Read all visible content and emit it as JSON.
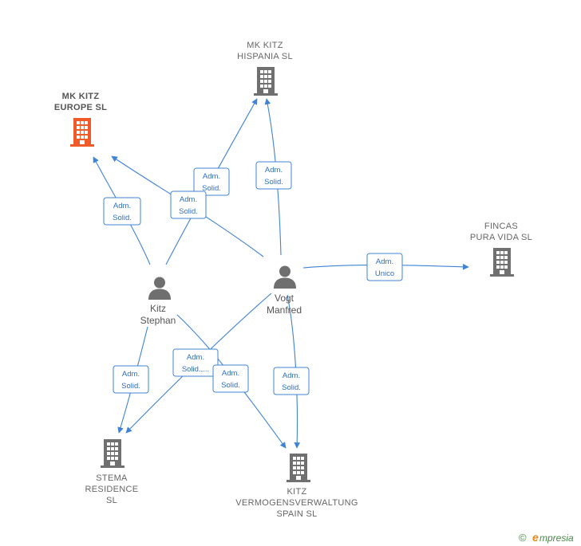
{
  "companies": [
    {
      "id": "europe",
      "lines": [
        "MK KITZ",
        "EUROPE  SL"
      ],
      "focus": true
    },
    {
      "id": "hispania",
      "lines": [
        "MK KITZ",
        "HISPANIA  SL"
      ],
      "focus": false
    },
    {
      "id": "fincas",
      "lines": [
        "FINCAS",
        "PURA VIDA  SL"
      ],
      "focus": false
    },
    {
      "id": "stema",
      "lines": [
        "STEMA",
        "RESIDENCE",
        "SL"
      ],
      "focus": false
    },
    {
      "id": "vermogen",
      "lines": [
        "KITZ",
        "VERMOGENSVERWALTUNG",
        "SPAIN  SL"
      ],
      "focus": false
    }
  ],
  "persons": [
    {
      "id": "kitz",
      "lines": [
        "Kitz",
        "Stephan"
      ]
    },
    {
      "id": "vogt",
      "lines": [
        "Vogt",
        "Manfred"
      ]
    }
  ],
  "relations": [
    {
      "id": "kitz-europe",
      "lines": [
        "Adm.",
        "Solid."
      ]
    },
    {
      "id": "kitz-hispania",
      "lines": [
        "Adm.",
        "Solid."
      ]
    },
    {
      "id": "vogt-europe",
      "lines": [
        "Adm.",
        "Solid."
      ]
    },
    {
      "id": "vogt-hispania",
      "lines": [
        "Adm.",
        "Solid."
      ]
    },
    {
      "id": "vogt-fincas",
      "lines": [
        "Adm.",
        "Unico"
      ]
    },
    {
      "id": "kitz-stema",
      "lines": [
        "Adm.",
        "Solid."
      ]
    },
    {
      "id": "vogt-stema",
      "lines": [
        "Adm.",
        "Solid.,..."
      ]
    },
    {
      "id": "kitz-vermogen",
      "lines": [
        "Adm.",
        "Solid."
      ]
    },
    {
      "id": "vogt-vermogen",
      "lines": [
        "Adm.",
        "Solid."
      ]
    }
  ],
  "colors": {
    "edge": "#3f83d6",
    "building": "#707070",
    "focus_building": "#f05a28",
    "person": "#6f6f6f"
  },
  "icons": {
    "company": "building-icon",
    "person": "person-icon"
  },
  "footer": {
    "copyright": "©",
    "brand_initial": "e",
    "brand_rest": "mpresia"
  }
}
